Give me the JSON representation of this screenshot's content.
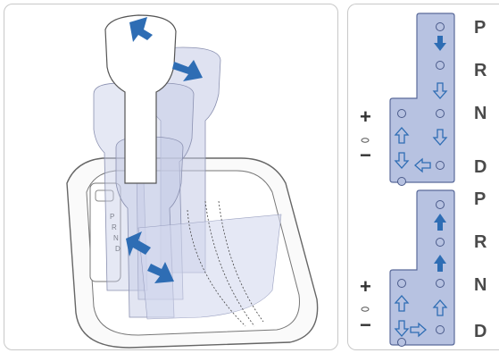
{
  "shift_gates": [
    {
      "id": "upper",
      "letters": [
        "P",
        "R",
        "N",
        "D"
      ],
      "manual_plus": "+",
      "manual_minus": "−"
    },
    {
      "id": "lower",
      "letters": [
        "P",
        "R",
        "N",
        "D"
      ],
      "manual_plus": "+",
      "manual_minus": "−"
    }
  ],
  "colors": {
    "arrow_blue": "#2e6db4",
    "gate_fill": "#b7c2e1",
    "gate_stroke": "#5a6a9a",
    "knob_ghost": "#c5cbe6",
    "outline": "#555555"
  }
}
